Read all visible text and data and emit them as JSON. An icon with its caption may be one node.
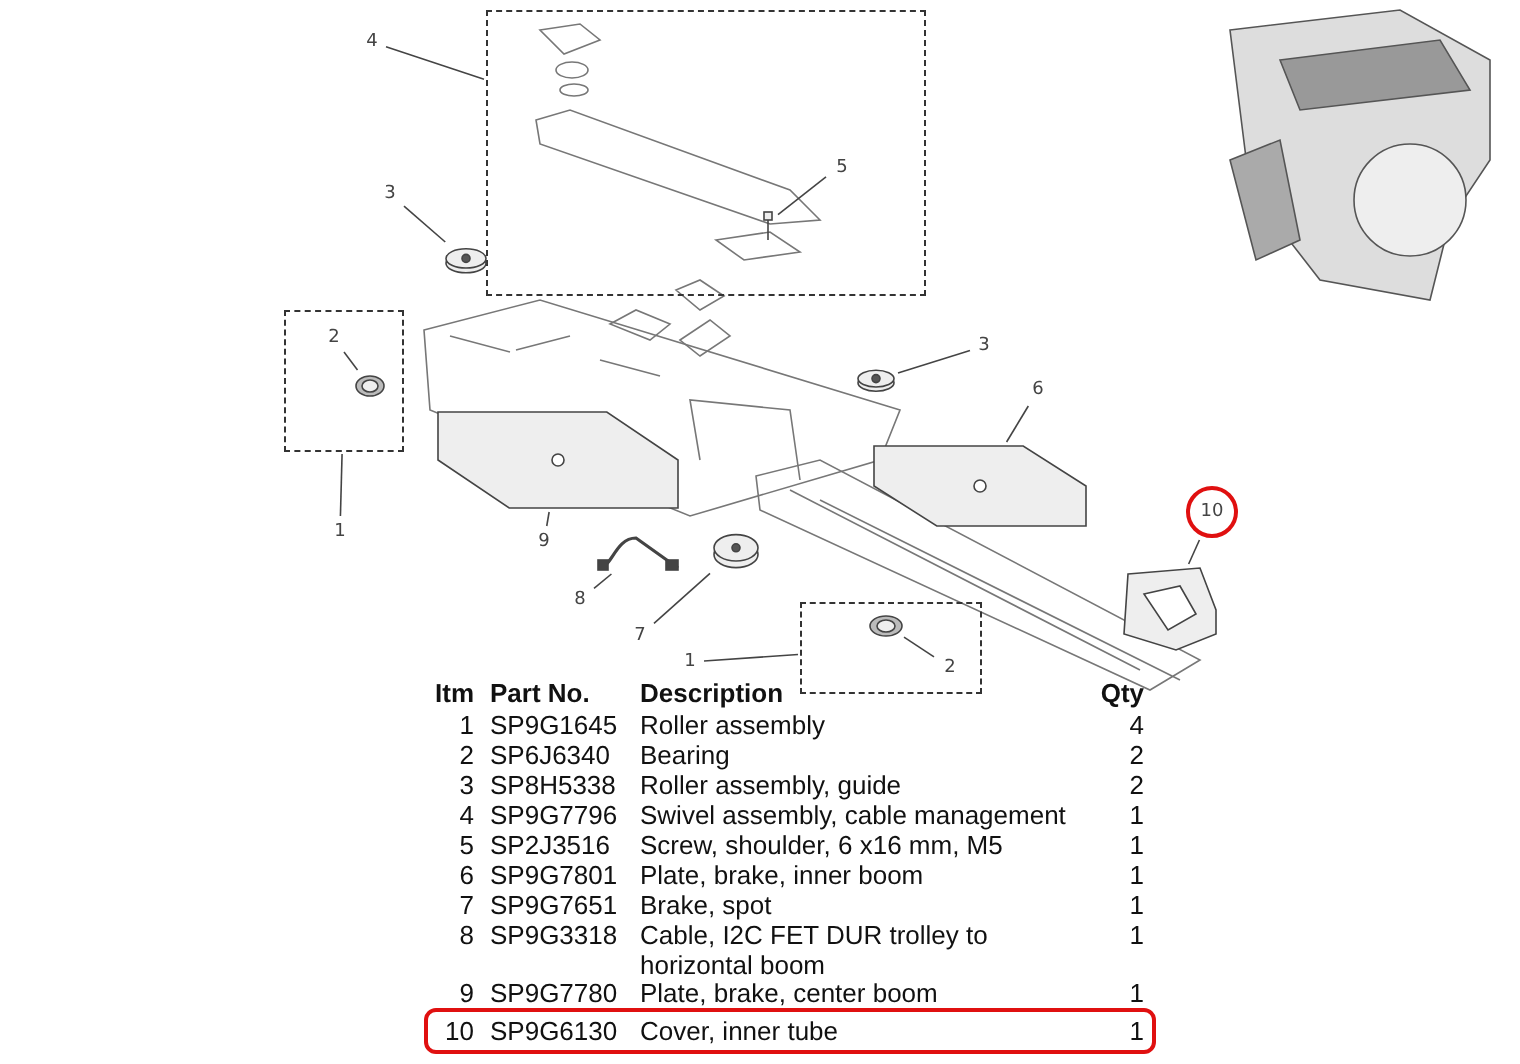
{
  "diagram": {
    "nodes": [
      {
        "text": [],
        "shape": "box"
      },
      {
        "text": [
          "4"
        ]
      },
      {
        "text": [
          "5"
        ],
        "in": 0
      },
      {
        "text": [],
        "shape": "picture",
        "in": 0
      },
      {
        "text": [
          "3"
        ]
      },
      {
        "text": [],
        "shape": "picture"
      },
      {
        "text": [],
        "shape": "box"
      },
      {
        "text": [
          "2"
        ],
        "in": 6
      },
      {
        "text": [],
        "shape": "picture",
        "in": 6
      },
      {
        "text": [
          "1"
        ]
      },
      {
        "text": [
          "3"
        ]
      },
      {
        "text": [],
        "shape": "picture"
      },
      {
        "text": [
          "6"
        ]
      },
      {
        "text": [],
        "shape": "picture"
      },
      {
        "text": [
          "10"
        ]
      },
      {
        "text": [],
        "shape": "picture"
      },
      {
        "text": [
          "9"
        ]
      },
      {
        "text": [],
        "shape": "picture"
      },
      {
        "text": [
          "8"
        ]
      },
      {
        "text": [],
        "shape": "picture"
      },
      {
        "text": [
          "7"
        ]
      },
      {
        "text": [],
        "shape": "picture"
      },
      {
        "text": [],
        "shape": "box"
      },
      {
        "text": [
          "1"
        ]
      },
      {
        "text": [],
        "shape": "picture",
        "in": 22
      },
      {
        "text": [
          "2"
        ],
        "in": 22
      }
    ],
    "edges": [
      {
        "from": 1,
        "to": 0,
        "arrow": "none"
      },
      {
        "from": 2,
        "to": 3,
        "arrow": "none"
      },
      {
        "from": 4,
        "to": 5,
        "arrow": "none"
      },
      {
        "from": 7,
        "to": 8,
        "arrow": "none"
      },
      {
        "from": 9,
        "to": 6,
        "arrow": "none"
      },
      {
        "from": 10,
        "to": 11,
        "arrow": "none"
      },
      {
        "from": 12,
        "to": 13,
        "arrow": "none"
      },
      {
        "from": 14,
        "to": 15,
        "arrow": "none"
      },
      {
        "from": 16,
        "to": 17,
        "arrow": "none"
      },
      {
        "from": 18,
        "to": 19,
        "arrow": "none"
      },
      {
        "from": 20,
        "to": 21,
        "arrow": "none"
      },
      {
        "from": 23,
        "to": 22,
        "arrow": "none"
      },
      {
        "from": 25,
        "to": 24,
        "arrow": "none"
      }
    ],
    "labels": [
      "Itm",
      "Part No.",
      "Description",
      "Qty",
      "1",
      "SP9G1645",
      "Roller assembly",
      "4",
      "2",
      "SP6J6340",
      "Bearing",
      "2",
      "3",
      "SP8H5338",
      "Roller assembly, guide",
      "2",
      "4",
      "SP9G7796",
      "Swivel assembly, cable management",
      "1",
      "5",
      "SP2J3516",
      "Screw, shoulder, 6 x16 mm, M5",
      "1",
      "6",
      "SP9G7801",
      "Plate, brake, inner boom",
      "1",
      "7",
      "SP9G7651",
      "Brake, spot",
      "1",
      "8",
      "SP9G3318",
      "Cable, I2C FET DUR trolley to horizontal boom",
      "1",
      "9",
      "SP9G7780",
      "Plate, brake, center boom",
      "1",
      "10",
      "SP9G6130",
      "Cover, inner tube",
      "1"
    ]
  }
}
